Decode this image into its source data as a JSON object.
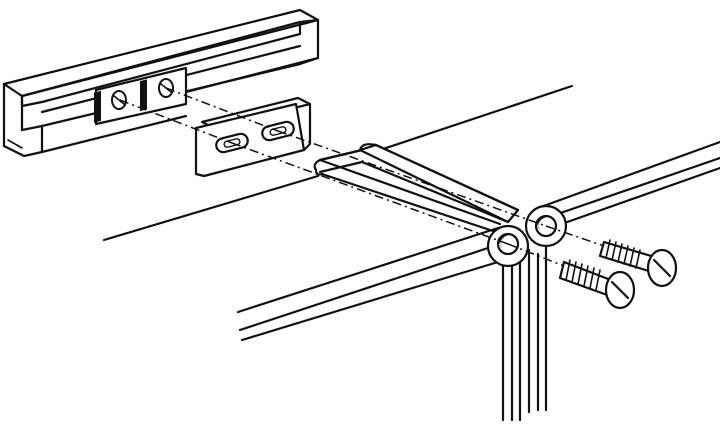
{
  "figure": {
    "kind": "exploded-assembly-illustration",
    "background": "#ffffff",
    "line_color": "#111111",
    "parts": [
      "channel-rail",
      "slotted-connector-plate",
      "rod-frame",
      "slotted-screw",
      "slotted-screw"
    ]
  }
}
